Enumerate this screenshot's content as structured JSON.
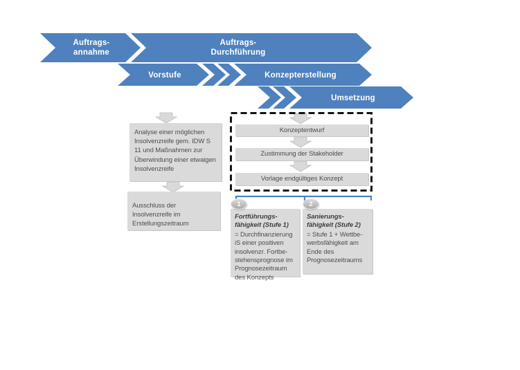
{
  "colors": {
    "arrow_blue": "#4E81BD",
    "box_gray": "#DADADA",
    "text_gray": "#4D4D4D",
    "bracket_blue": "#4E81BD",
    "dash_frame": "#141414",
    "badge_silver": "#B5B5B5"
  },
  "banner": {
    "arrows": [
      {
        "id": "auftragsannahme",
        "lines": [
          "Auftrags-",
          "annahme"
        ]
      },
      {
        "id": "auftragsdurchfuehrung",
        "lines": [
          "Auftrags-",
          "Durchführung"
        ]
      },
      {
        "id": "vorstufe",
        "lines": [
          "Vorstufe"
        ]
      },
      {
        "id": "konzepterstellung",
        "lines": [
          "Konzepterstellung"
        ]
      },
      {
        "id": "umsetzung",
        "lines": [
          "Umsetzung"
        ]
      }
    ]
  },
  "vorstufe_track": {
    "analysis_box": "Analyse einer möglichen Insolvenzreife gem. IDW S 11 und Maßnahmen zur Überwindung einer etwaigen Insolvenzreife",
    "result_box": "Ausschluss der Insolvenzreife im Erstellungszeitraum"
  },
  "konzept_track": {
    "steps": [
      "Konzeptentwurf",
      "Zustimmung der Stakeholder",
      "Vorlage endgültiges Konzept"
    ]
  },
  "outcomes": [
    {
      "badge": "1",
      "title": "Fortführungs-fähigkeit (Stufe 1)",
      "body": "= Durchfinanzierung iS einer positiven insolvenzr. Fortbe-stehensprognose im Prognosezeitraum des Konzepts"
    },
    {
      "badge": "2",
      "title": "Sanierungs-fähigkeit (Stufe 2)",
      "body": "= Stufe 1 + Wettbe-werbsfähigkeit am Ende des Prognosezeitraums"
    }
  ]
}
